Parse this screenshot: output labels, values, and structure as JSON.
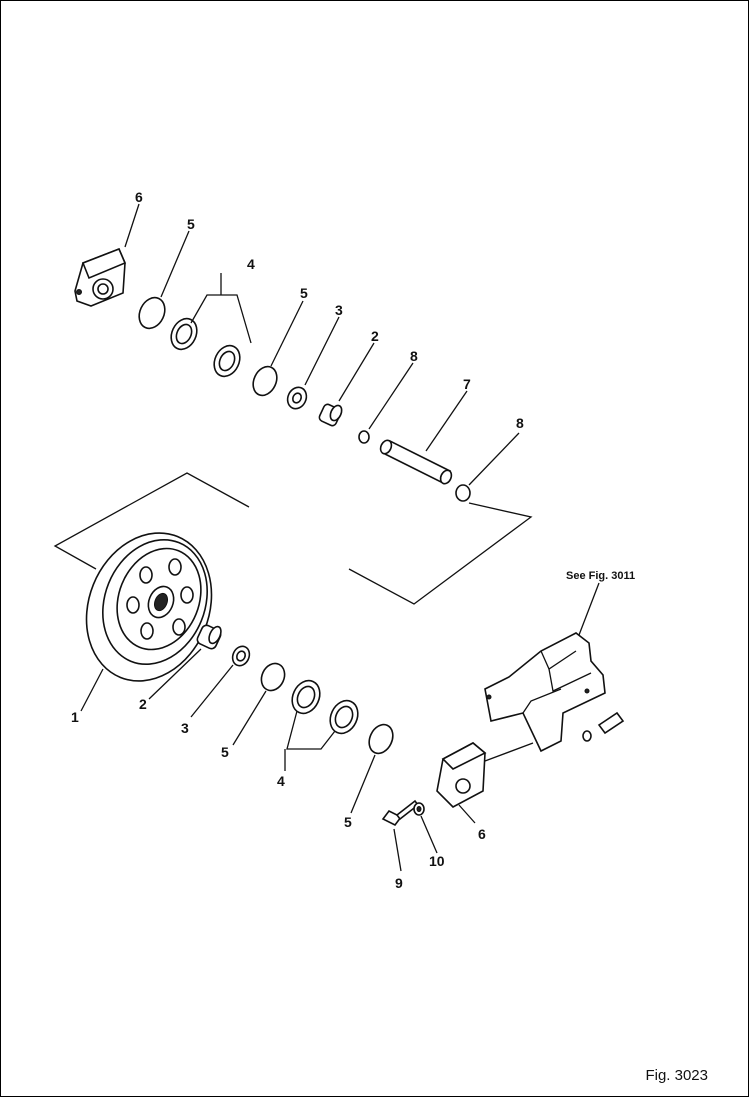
{
  "figure": {
    "label": "Fig. 3023"
  },
  "reference_note": "See Fig. 3011",
  "callouts": {
    "c6_top": "6",
    "c5_a": "5",
    "c4_top": "4",
    "c5_b": "5",
    "c3_top": "3",
    "c2_top": "2",
    "c8_a": "8",
    "c7": "7",
    "c8_b": "8",
    "c1": "1",
    "c2_low": "2",
    "c3_low": "3",
    "c5_c": "5",
    "c4_low": "4",
    "c5_d": "5",
    "c6_low": "6",
    "c9": "9",
    "c10": "10"
  }
}
